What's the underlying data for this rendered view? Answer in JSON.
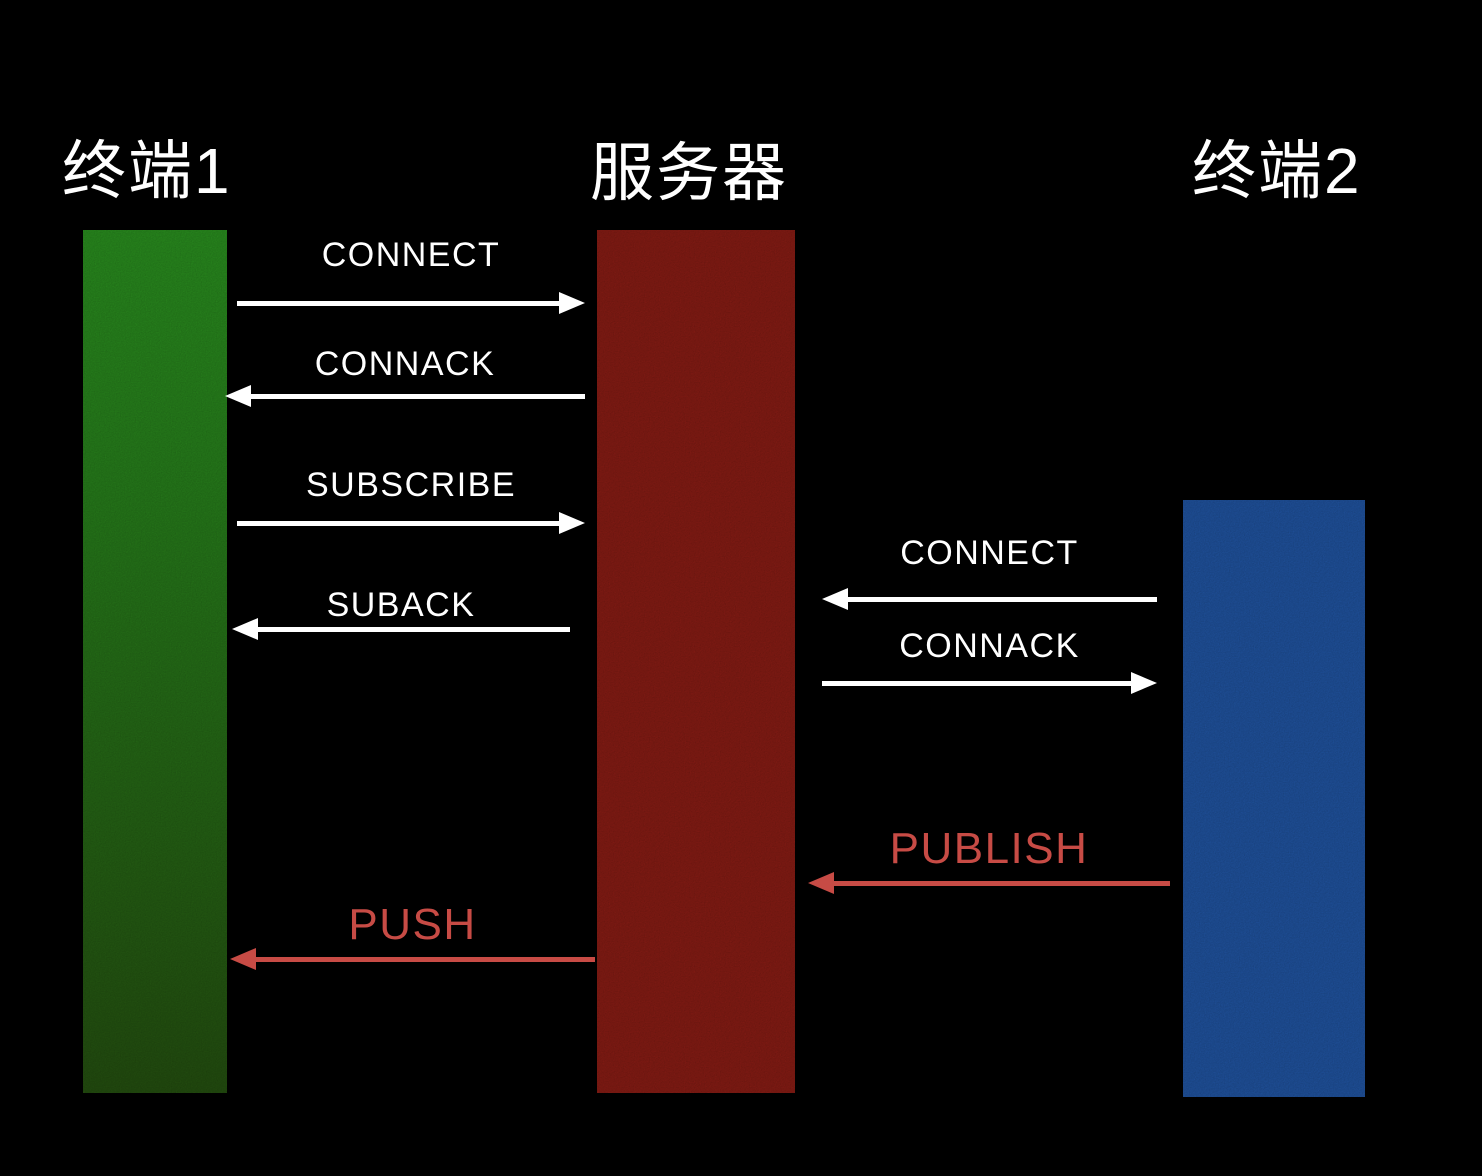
{
  "page": {
    "background": "#000000",
    "accent_red": "#c74b45",
    "message_text_color": "#ffffff"
  },
  "participants": [
    {
      "id": "terminal1",
      "label": "终端1",
      "bar_color_top": "#2b9320",
      "bar_color_bottom": "#255110"
    },
    {
      "id": "server",
      "label": "服务器",
      "bar_color": "#8c1d15"
    },
    {
      "id": "terminal2",
      "label": "终端2",
      "bar_color": "#2156a5"
    }
  ],
  "messages": [
    {
      "label": "CONNECT",
      "from": "terminal1",
      "to": "server",
      "direction": "right",
      "color": "#ffffff"
    },
    {
      "label": "CONNACK",
      "from": "server",
      "to": "terminal1",
      "direction": "left",
      "color": "#ffffff"
    },
    {
      "label": "SUBSCRIBE",
      "from": "terminal1",
      "to": "server",
      "direction": "right",
      "color": "#ffffff"
    },
    {
      "label": "SUBACK",
      "from": "server",
      "to": "terminal1",
      "direction": "left",
      "color": "#ffffff"
    },
    {
      "label": "CONNECT",
      "from": "terminal2",
      "to": "server",
      "direction": "left",
      "color": "#ffffff"
    },
    {
      "label": "CONNACK",
      "from": "server",
      "to": "terminal2",
      "direction": "right",
      "color": "#ffffff"
    },
    {
      "label": "PUBLISH",
      "from": "terminal2",
      "to": "server",
      "direction": "left",
      "color": "#c74b45"
    },
    {
      "label": "PUSH",
      "from": "server",
      "to": "terminal1",
      "direction": "left",
      "color": "#c74b45"
    }
  ]
}
